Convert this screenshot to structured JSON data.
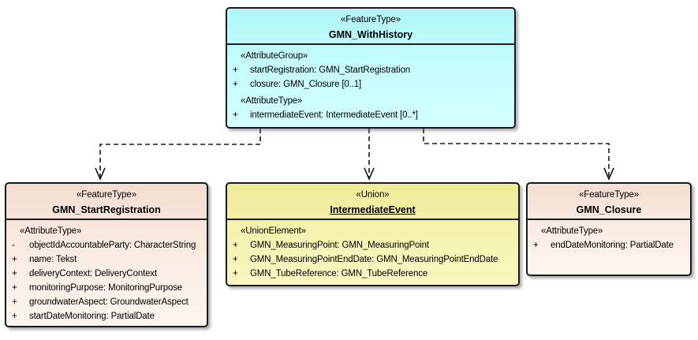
{
  "classes": [
    {
      "stereotype": "«FeatureType»",
      "name": "GMN_WithHistory",
      "fill_header": "#aef6f8",
      "fill_body": "#d2ffff",
      "sections": [
        {
          "stereotype": "«AttributeGroup»",
          "attrs": [
            {
              "vis": "+",
              "text": "startRegistration: GMN_StartRegistration"
            },
            {
              "vis": "+",
              "text": "closure: GMN_Closure [0..1]"
            }
          ]
        },
        {
          "stereotype": "«AttributeType»",
          "attrs": [
            {
              "vis": "+",
              "text": "intermediateEvent: IntermediateEvent [0..*]"
            }
          ]
        }
      ]
    },
    {
      "stereotype": "«FeatureType»",
      "name": "GMN_StartRegistration",
      "fill_header": "#f4ddd1",
      "fill_body": "#fdf5ef",
      "sections": [
        {
          "stereotype": "«AttributeType»",
          "attrs": [
            {
              "vis": "-",
              "text": "objectIdAccountableParty: CharacterString"
            },
            {
              "vis": "+",
              "text": "name: Tekst"
            },
            {
              "vis": "+",
              "text": "deliveryContext: DeliveryContext"
            },
            {
              "vis": "+",
              "text": "monitoringPurpose: MonitoringPurpose"
            },
            {
              "vis": "+",
              "text": "groundwaterAspect: GroundwaterAspect"
            },
            {
              "vis": "+",
              "text": "startDateMonitoring: PartialDate"
            }
          ]
        }
      ]
    },
    {
      "stereotype": "«Union»",
      "name": "IntermediateEvent",
      "fill_header": "#eeeb98",
      "fill_body": "#f9f7c3",
      "sections": [
        {
          "stereotype": "«UnionElement»",
          "attrs": [
            {
              "vis": "+",
              "text": "GMN_MeasuringPoint: GMN_MeasuringPoint"
            },
            {
              "vis": "+",
              "text": "GMN_MeasuringPointEndDate: GMN_MeasuringPointEndDate"
            },
            {
              "vis": "+",
              "text": "GMN_TubeReference: GMN_TubeReference"
            }
          ]
        }
      ]
    },
    {
      "stereotype": "«FeatureType»",
      "name": "GMN_Closure",
      "fill_header": "#f4ddd1",
      "fill_body": "#fdf5ef",
      "sections": [
        {
          "stereotype": "«AttributeType»",
          "attrs": [
            {
              "vis": "+",
              "text": "endDateMonitoring: PartialDate"
            }
          ]
        }
      ]
    }
  ],
  "connectors": [
    {
      "type": "dependency-dashed-open-arrow",
      "from": "GMN_WithHistory",
      "to": "GMN_StartRegistration"
    },
    {
      "type": "dependency-dashed-open-arrow",
      "from": "GMN_WithHistory",
      "to": "IntermediateEvent"
    },
    {
      "type": "dependency-dashed-open-arrow",
      "from": "GMN_WithHistory",
      "to": "GMN_Closure"
    }
  ],
  "colors": {
    "box_border": "#1a1a1a",
    "connector": "#1a1a1a",
    "cyan_header": "#aef6f8",
    "cyan_body": "#d2ffff",
    "peach_header": "#f4ddd1",
    "peach_body": "#fdf5ef",
    "yellow_header": "#eeeb98",
    "yellow_body": "#f9f7c3",
    "background": "#ffffff"
  }
}
